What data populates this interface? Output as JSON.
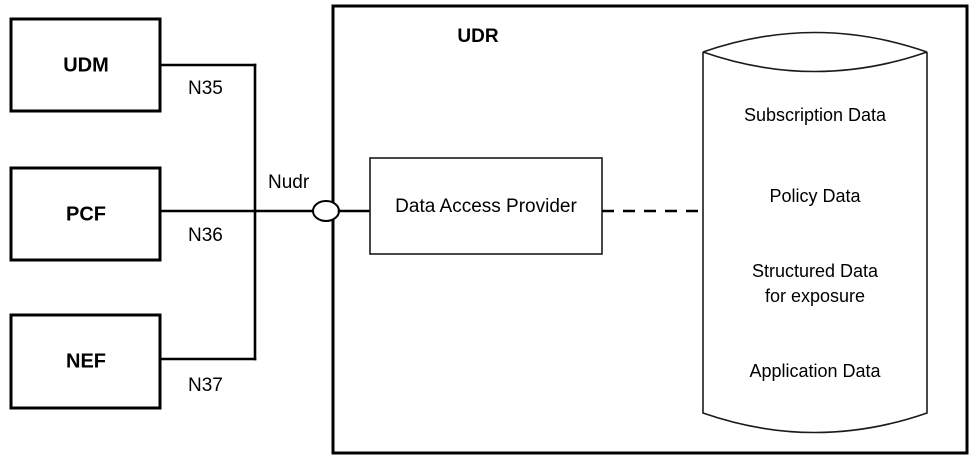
{
  "diagram": {
    "title_label": "UDR",
    "network_functions": [
      {
        "id": "udm",
        "label": "UDM",
        "interface": "N35"
      },
      {
        "id": "pcf",
        "label": "PCF",
        "interface": "N36"
      },
      {
        "id": "nef",
        "label": "NEF",
        "interface": "N37"
      }
    ],
    "bus_label": "Nudr",
    "internal_component": {
      "label": "Data Access Provider"
    },
    "data_store": {
      "contents": [
        {
          "id": "subscription",
          "label": "Subscription Data"
        },
        {
          "id": "policy",
          "label": "Policy Data"
        },
        {
          "id": "structured",
          "label_line1": "Structured Data",
          "label_line2": "for exposure"
        },
        {
          "id": "application",
          "label": "Application Data"
        }
      ]
    },
    "colors": {
      "stroke": "#000000",
      "background": "#ffffff",
      "thin_stroke": "#1a1a1a"
    }
  }
}
